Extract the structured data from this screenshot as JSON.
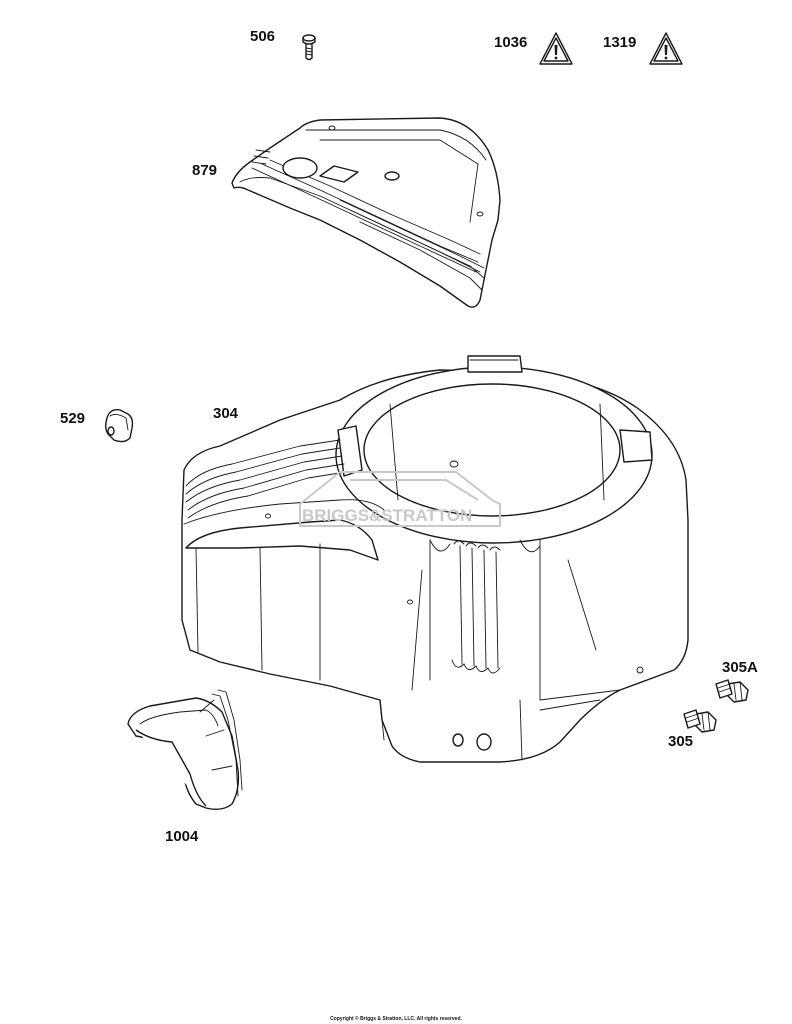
{
  "labels": {
    "p506": "506",
    "p1036": "1036",
    "p1319": "1319",
    "p879": "879",
    "p529": "529",
    "p304": "304",
    "p305a": "305A",
    "p305": "305",
    "p1004": "1004"
  },
  "watermark": "BRIGGS&STRATTON",
  "copyright": "Copyright © Briggs & Stratton, LLC. All rights reserved."
}
